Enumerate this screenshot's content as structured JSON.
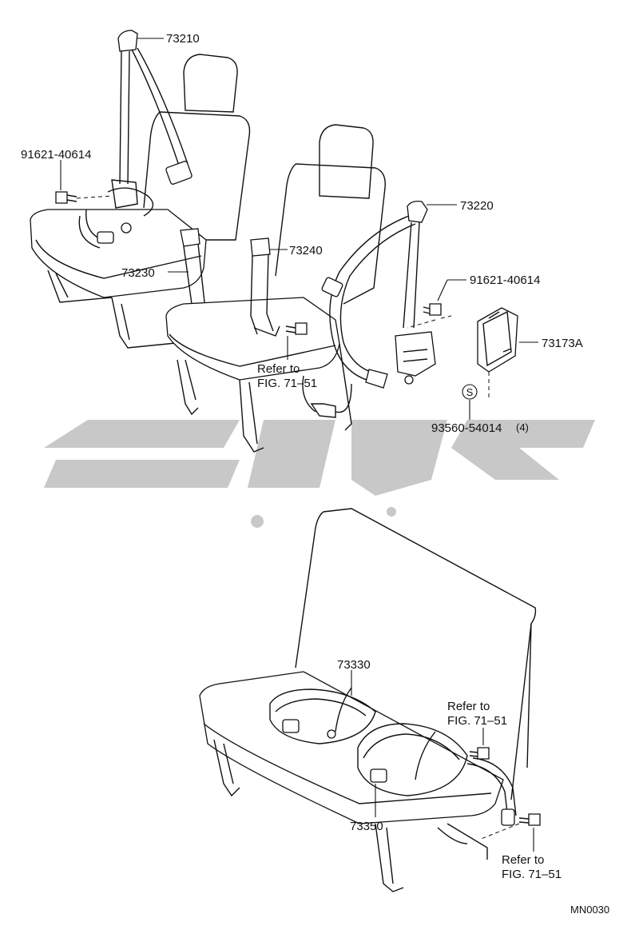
{
  "labels": {
    "p73210": "73210",
    "p91621_left": "91621-40614",
    "p73220": "73220",
    "p73240": "73240",
    "p73230": "73230",
    "p91621_right": "91621-40614",
    "p73173A": "73173A",
    "p93560": "93560-54014",
    "p93560_qty": "(4)",
    "s_symbol": "S",
    "ref1_a": "Refer to",
    "ref1_b": "FIG. 71–51",
    "p73330": "73330",
    "ref2_a": "Refer to",
    "ref2_b": "FIG. 71–51",
    "p73350": "73350",
    "ref3_a": "Refer to",
    "ref3_b": "FIG. 71–51",
    "code": "MN0030"
  },
  "colors": {
    "line": "#111111",
    "watermark": "#c8c8c8",
    "background": "#ffffff"
  }
}
